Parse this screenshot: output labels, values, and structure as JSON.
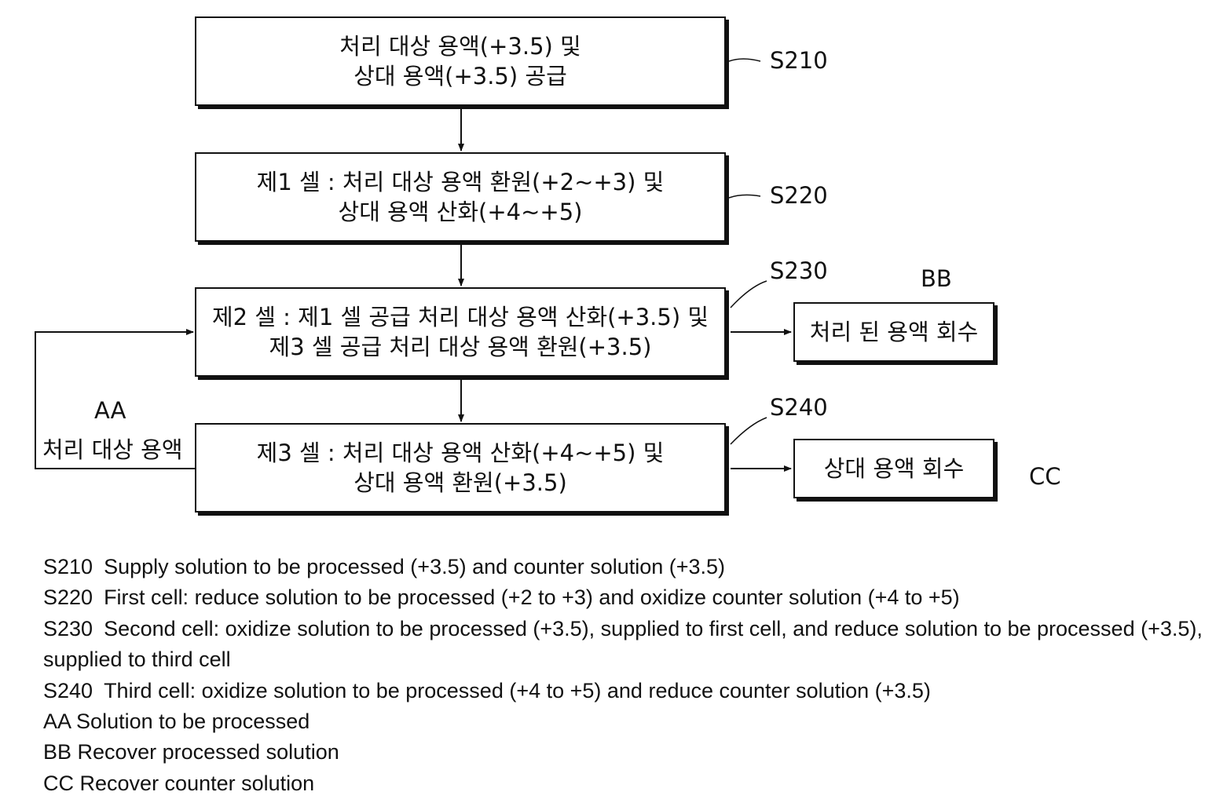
{
  "flow": {
    "s210": {
      "code": "S210",
      "line1": "처리 대상 용액(+3.5) 및",
      "line2": "상대 용액(+3.5) 공급"
    },
    "s220": {
      "code": "S220",
      "line1": "제1 셀 : 처리 대상 용액 환원(+2~+3) 및",
      "line2": "상대 용액 산화(+4~+5)"
    },
    "s230": {
      "code": "S230",
      "line1": "제2 셀 : 제1 셀 공급 처리 대상 용액 산화(+3.5) 및",
      "line2": "제3 셀 공급 처리 대상 용액 환원(+3.5)"
    },
    "s240": {
      "code": "S240",
      "line1": "제3 셀 : 처리 대상 용액 산화(+4~+5) 및",
      "line2": "상대 용액 환원(+3.5)"
    },
    "recover_processed": {
      "tag": "BB",
      "text": "처리 된 용액 회수"
    },
    "recover_counter": {
      "tag": "CC",
      "text": "상대 용액 회수"
    },
    "loop": {
      "tag": "AA",
      "text": "처리 대상 용액"
    }
  },
  "legend": [
    {
      "code": "S210",
      "text": "Supply solution to be processed (+3.5) and counter solution (+3.5)"
    },
    {
      "code": "S220",
      "text": "First cell: reduce solution to be processed (+2 to +3) and oxidize counter solution (+4 to +5)"
    },
    {
      "code": "S230",
      "text": "Second cell: oxidize solution to be processed (+3.5), supplied to first cell, and reduce solution to be processed (+3.5), supplied to third cell"
    },
    {
      "code": "S240",
      "text": "Third cell: oxidize solution to be processed (+4 to +5) and reduce counter solution (+3.5)"
    },
    {
      "code": "AA",
      "text": "Solution to be processed"
    },
    {
      "code": "BB",
      "text": "Recover processed solution"
    },
    {
      "code": "CC",
      "text": "Recover counter solution"
    }
  ]
}
